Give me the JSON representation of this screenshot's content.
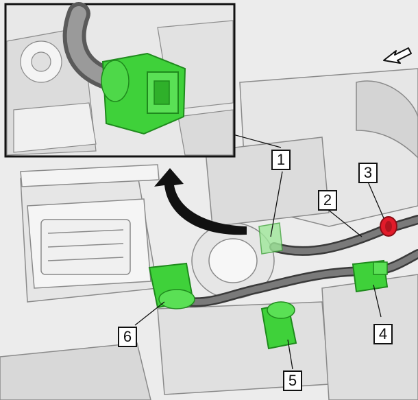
{
  "callouts": [
    {
      "id": 1,
      "label": "1",
      "color": "#3fd13a"
    },
    {
      "id": 2,
      "label": "2",
      "color": "#555555"
    },
    {
      "id": 3,
      "label": "3",
      "color": "#e21b2a"
    },
    {
      "id": 4,
      "label": "4",
      "color": "#3fd13a"
    },
    {
      "id": 5,
      "label": "5",
      "color": "#3fd13a"
    },
    {
      "id": 6,
      "label": "6",
      "color": "#3fd13a"
    }
  ],
  "colors": {
    "connector_green": "#3fd13a",
    "connector_dark": "#1f8a1d",
    "hose_red": "#e21b2a",
    "harness_grey": "#5a5a5a",
    "arrow_black": "#111111",
    "engine_light": "#e6e6e6",
    "engine_line": "#8a8a8a"
  },
  "icons": [
    "direction-arrow-icon",
    "curved-arrow-icon"
  ]
}
